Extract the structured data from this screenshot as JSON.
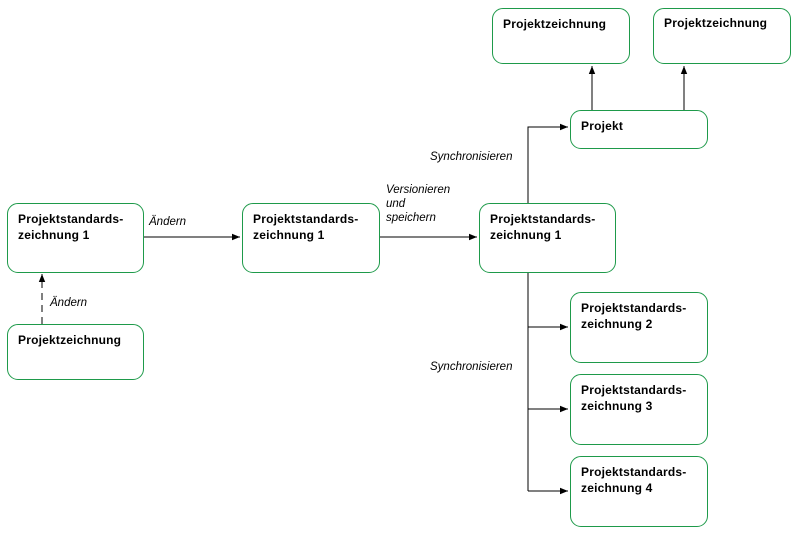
{
  "nodes": {
    "pstd_left": "Projektstandards-\nzeichnung 1",
    "pz_left": "Projektzeichnung",
    "pstd_mid": "Projektstandards-\nzeichnung 1",
    "pstd_right": "Projektstandards-\nzeichnung 1",
    "projekt": "Projekt",
    "pz_top1": "Projektzeichnung",
    "pz_top2": "Projektzeichnung",
    "pstd_2": "Projektstandards-\nzeichnung 2",
    "pstd_3": "Projektstandards-\nzeichnung 3",
    "pstd_4": "Projektstandards-\nzeichnung 4"
  },
  "edge_labels": {
    "aendern_h": "Ändern",
    "aendern_v": "Ändern",
    "versionieren": "Versionieren\nund\nspeichern",
    "sync_top": "Synchronisieren",
    "sync_bottom": "Synchronisieren"
  },
  "colors": {
    "node_border": "#1e9a4a",
    "line": "#000000"
  }
}
